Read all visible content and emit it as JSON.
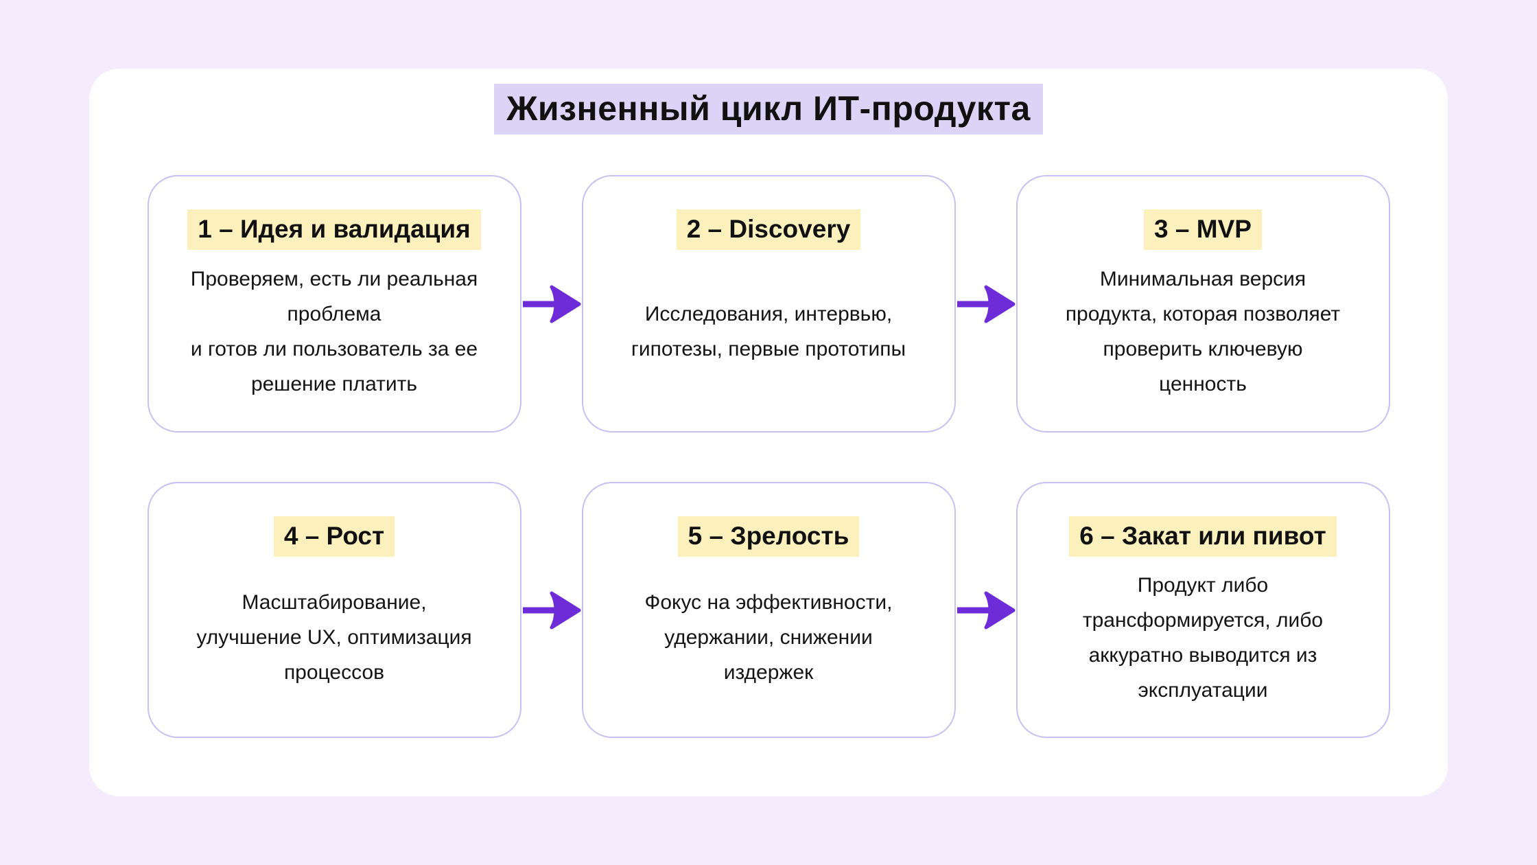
{
  "title": "Жизненный цикл ИТ-продукта",
  "stages": [
    {
      "heading": "1 – Идея и валидация",
      "description": "Проверяем, есть ли реальная\nпроблема\nи готов ли пользователь за ее\nрешение платить"
    },
    {
      "heading": "2 – Discovery",
      "description": "Исследования, интервью,\nгипотезы, первые прототипы"
    },
    {
      "heading": "3 – MVP",
      "description": "Минимальная версия\nпродукта, которая позволяет\nпроверить ключевую\nценность"
    },
    {
      "heading": "4 – Рост",
      "description": "Масштабирование,\nулучшение UX, оптимизация\nпроцессов"
    },
    {
      "heading": "5 – Зрелость",
      "description": "Фокус на эффективности,\nудержании, снижении\nиздержек"
    },
    {
      "heading": "6 – Закат или пивот",
      "description": "Продукт либо\nтрансформируется, либо\nаккуратно выводится из\nэксплуатации"
    }
  ],
  "icons": {
    "flow_arrow": "→"
  },
  "colors": {
    "background": "#f4ebfc",
    "panel": "#ffffff",
    "card_border": "#c7c0f2",
    "heading_highlight": "#fcf1bd",
    "title_highlight": "#dbd4f7",
    "arrow": "#6e2cd9",
    "text": "#111111"
  }
}
